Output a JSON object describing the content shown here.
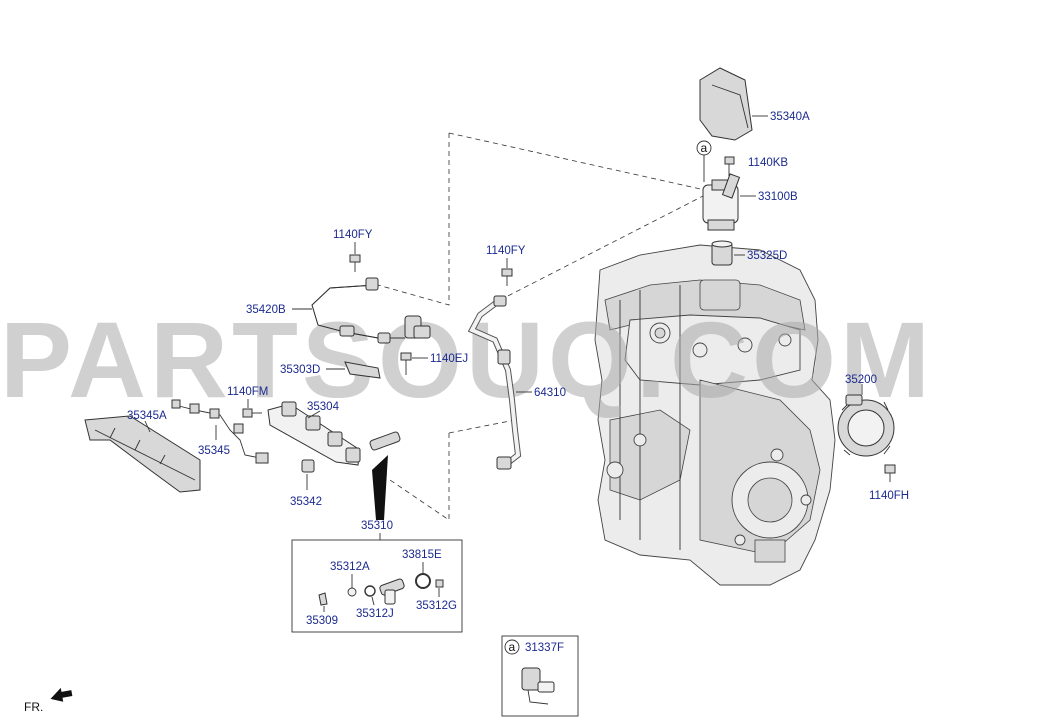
{
  "watermark": "PARTSOUQ.COM",
  "callout_symbol": "a",
  "footer": {
    "front_label": "FR."
  },
  "labels": {
    "p35340A": "35340A",
    "p1140KB": "1140KB",
    "p33100B": "33100B",
    "p35325D": "35325D",
    "p1140FY_left": "1140FY",
    "p1140FY_mid": "1140FY",
    "p35420B": "35420B",
    "p1140EJ": "1140EJ",
    "p35303D": "35303D",
    "p64310": "64310",
    "p1140FM": "1140FM",
    "p35304": "35304",
    "p35345A": "35345A",
    "p35345": "35345",
    "p35342": "35342",
    "p35310": "35310",
    "p35312A": "35312A",
    "p33815E": "33815E",
    "p35309": "35309",
    "p35312J": "35312J",
    "p35312G": "35312G",
    "p35200": "35200",
    "p1140FH": "1140FH",
    "p31337F": "31337F"
  },
  "colors": {
    "label": "#1b2a8f",
    "line": "#333333",
    "watermark": "#a9a9a9"
  }
}
